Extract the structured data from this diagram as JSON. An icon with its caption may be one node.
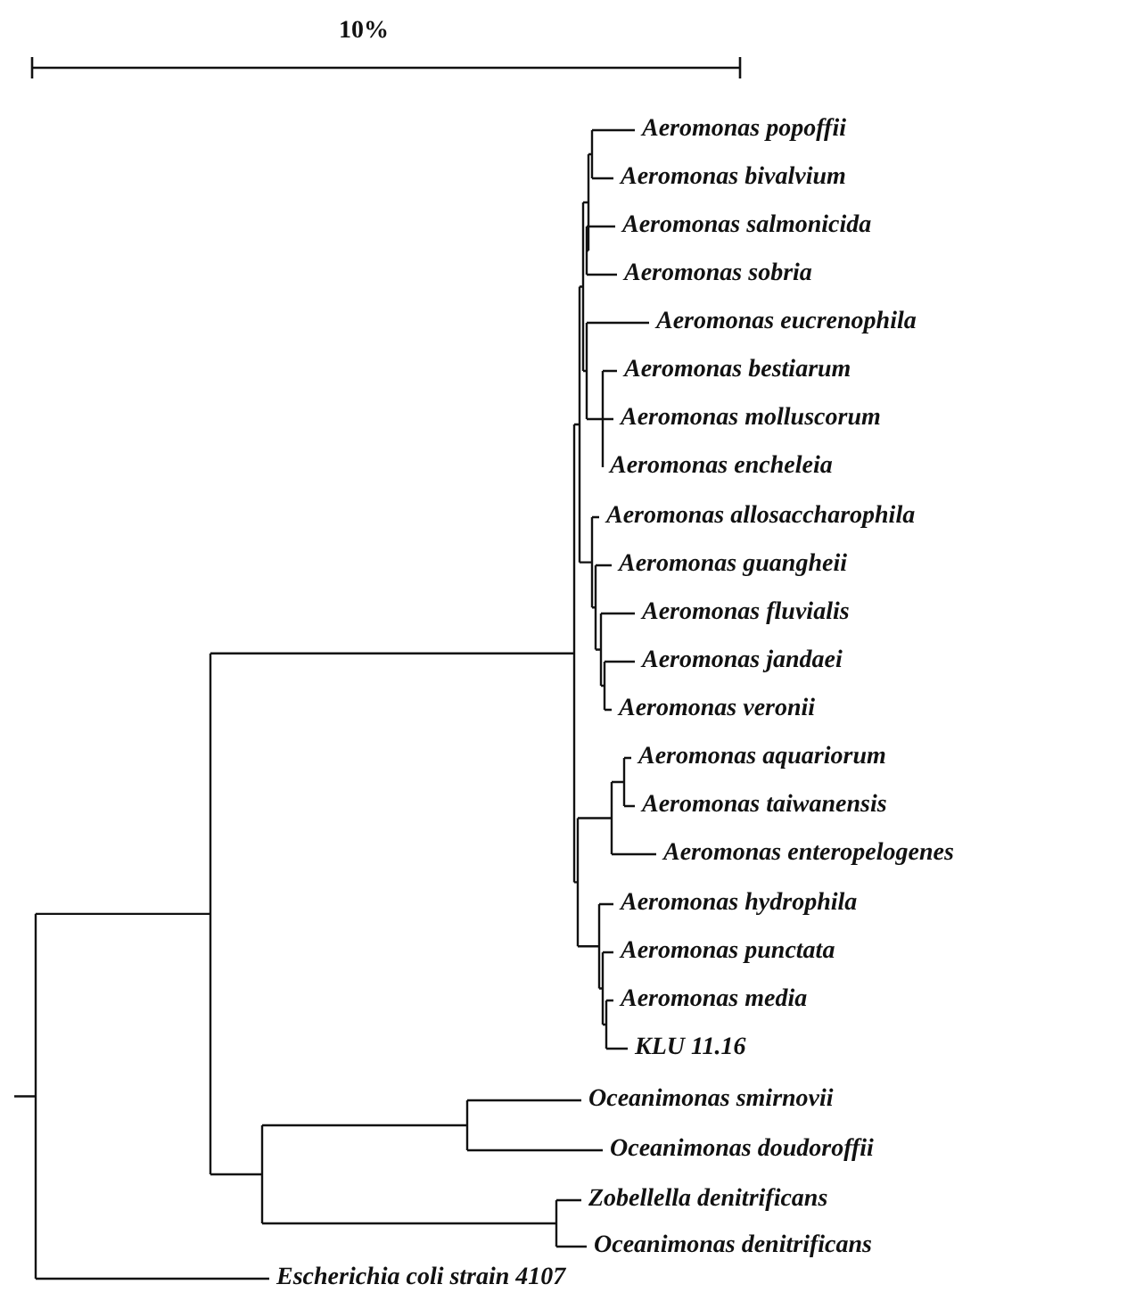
{
  "diagram": {
    "nodes": [
      {
        "text": [
          "Aeromonas popoffii"
        ]
      },
      {
        "text": [
          "Aeromonas bivalvium"
        ]
      },
      {
        "text": [
          "Aeromonas salmonicida"
        ]
      },
      {
        "text": [
          "Aeromonas sobria"
        ]
      },
      {
        "text": [
          "Aeromonas eucrenophila"
        ]
      },
      {
        "text": [
          "Aeromonas bestiarum"
        ]
      },
      {
        "text": [
          "Aeromonas molluscorum"
        ]
      },
      {
        "text": [
          "Aeromonas encheleia"
        ]
      },
      {
        "text": [
          "Aeromonas allosaccharophila"
        ]
      },
      {
        "text": [
          "Aeromonas guangheii"
        ]
      },
      {
        "text": [
          "Aeromonas fluvialis"
        ]
      },
      {
        "text": [
          "Aeromonas jandaei"
        ]
      },
      {
        "text": [
          "Aeromonas veronii"
        ]
      },
      {
        "text": [
          "Aeromonas aquariorum"
        ]
      },
      {
        "text": [
          "Aeromonas taiwanensis"
        ]
      },
      {
        "text": [
          "Aeromonas enteropelogenes"
        ]
      },
      {
        "text": [
          "Aeromonas hydrophila"
        ]
      },
      {
        "text": [
          "Aeromonas punctata"
        ]
      },
      {
        "text": [
          "Aeromonas media"
        ]
      },
      {
        "text": [
          "KLU 11.16"
        ]
      },
      {
        "text": [
          "Oceanimonas smirnovii"
        ]
      },
      {
        "text": [
          "Oceanimonas doudoroffii"
        ]
      },
      {
        "text": [
          "Zobellella denitrificans"
        ]
      },
      {
        "text": [
          "Oceanimonas denitrificans"
        ]
      },
      {
        "text": [
          "Escherichia coli strain 4107"
        ]
      }
    ],
    "labels": [
      "10%"
    ]
  }
}
